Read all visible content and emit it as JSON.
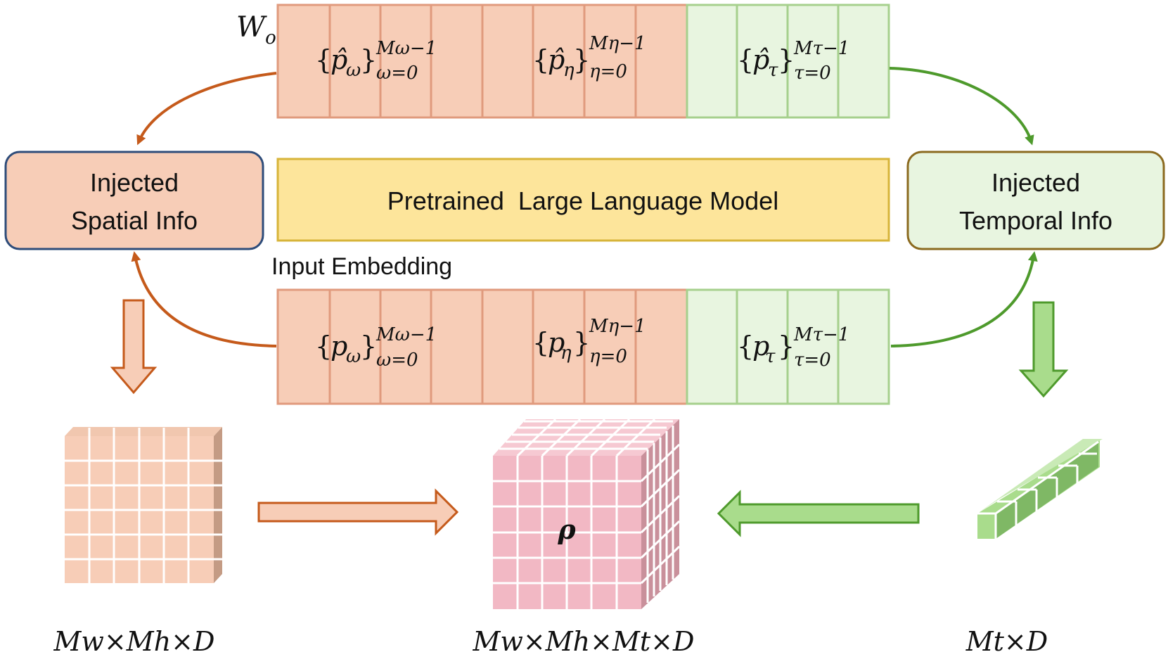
{
  "labels": {
    "top_vector_label": "W",
    "top_vector_label_sub": "o",
    "input_embedding_label": "Input Embedding",
    "llm_box": "Pretrained  Large Language Model",
    "spatial_box": [
      "Injected",
      "Spatial Info"
    ],
    "temporal_box": [
      "Injected",
      "Temporal Info"
    ],
    "rho": "ρ"
  },
  "top_groups": {
    "omega": {
      "hat": "p̂",
      "sub": "ω",
      "sup": "Mω−1",
      "lower": "ω=0"
    },
    "eta": {
      "hat": "p̂",
      "sub": "η",
      "sup": "Mη−1",
      "lower": "η=0"
    },
    "tau": {
      "hat": "p̂",
      "sub": "τ",
      "sup": "Mτ−1",
      "lower": "τ=0"
    }
  },
  "bottom_groups": {
    "omega": {
      "base": "p",
      "sub": "ω",
      "sup": "Mω−1",
      "lower": "ω=0"
    },
    "eta": {
      "base": "p",
      "sub": "η",
      "sup": "Mη−1",
      "lower": "η=0"
    },
    "tau": {
      "base": "p",
      "sub": "τ",
      "sup": "Mτ−1",
      "lower": "τ=0"
    }
  },
  "dimensions": {
    "spatial": "Mw×Mh×D",
    "joint": "Mw×Mh×Mt×D",
    "temporal": "Mt×D"
  },
  "colors": {
    "orange_fill": "#f7cdb7",
    "orange_stroke": "#e09a7d",
    "orange_arrow": "#c55a1b",
    "green_fill": "#e8f5e0",
    "green_stroke": "#a6d08d",
    "green_arrow": "#4e9a2c",
    "llm_fill": "#fde59b",
    "llm_stroke": "#d7b43a",
    "pink_fill": "#f2b8c4",
    "pink_side": "#c9909b",
    "spatial_box_stroke": "#2e4c7a",
    "temporal_box_stroke": "#8b6a1f"
  }
}
